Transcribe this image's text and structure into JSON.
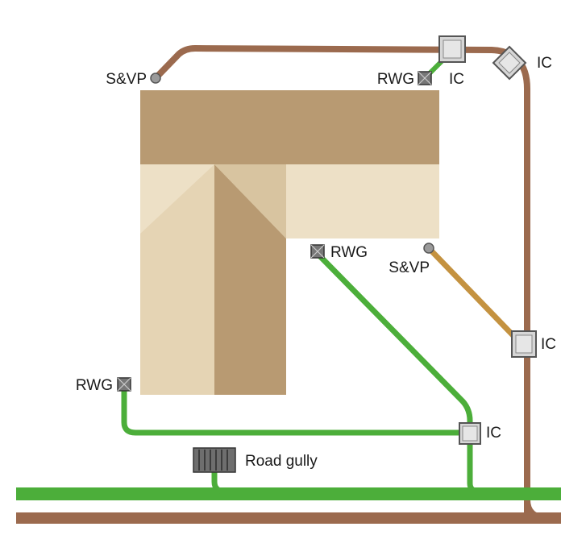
{
  "diagram": {
    "labels": {
      "svp_top": "S&VP",
      "rwg_top": "RWG",
      "ic_top": "IC",
      "ic_top_right": "IC",
      "rwg_middle": "RWG",
      "svp_middle": "S&VP",
      "ic_right": "IC",
      "rwg_left": "RWG",
      "ic_bottom": "IC",
      "road_gully": "Road gully"
    },
    "colors": {
      "foul_drain": "#9b6a4e",
      "surface_drain": "#4cae3a",
      "svp_branch": "#c49240",
      "roof_dark": "#b89a72",
      "roof_light": "#ede0c6",
      "roof_mid": "#d8c4a0",
      "node_fill": "#d6d6d6",
      "node_border": "#555555"
    },
    "legend_note": ""
  }
}
